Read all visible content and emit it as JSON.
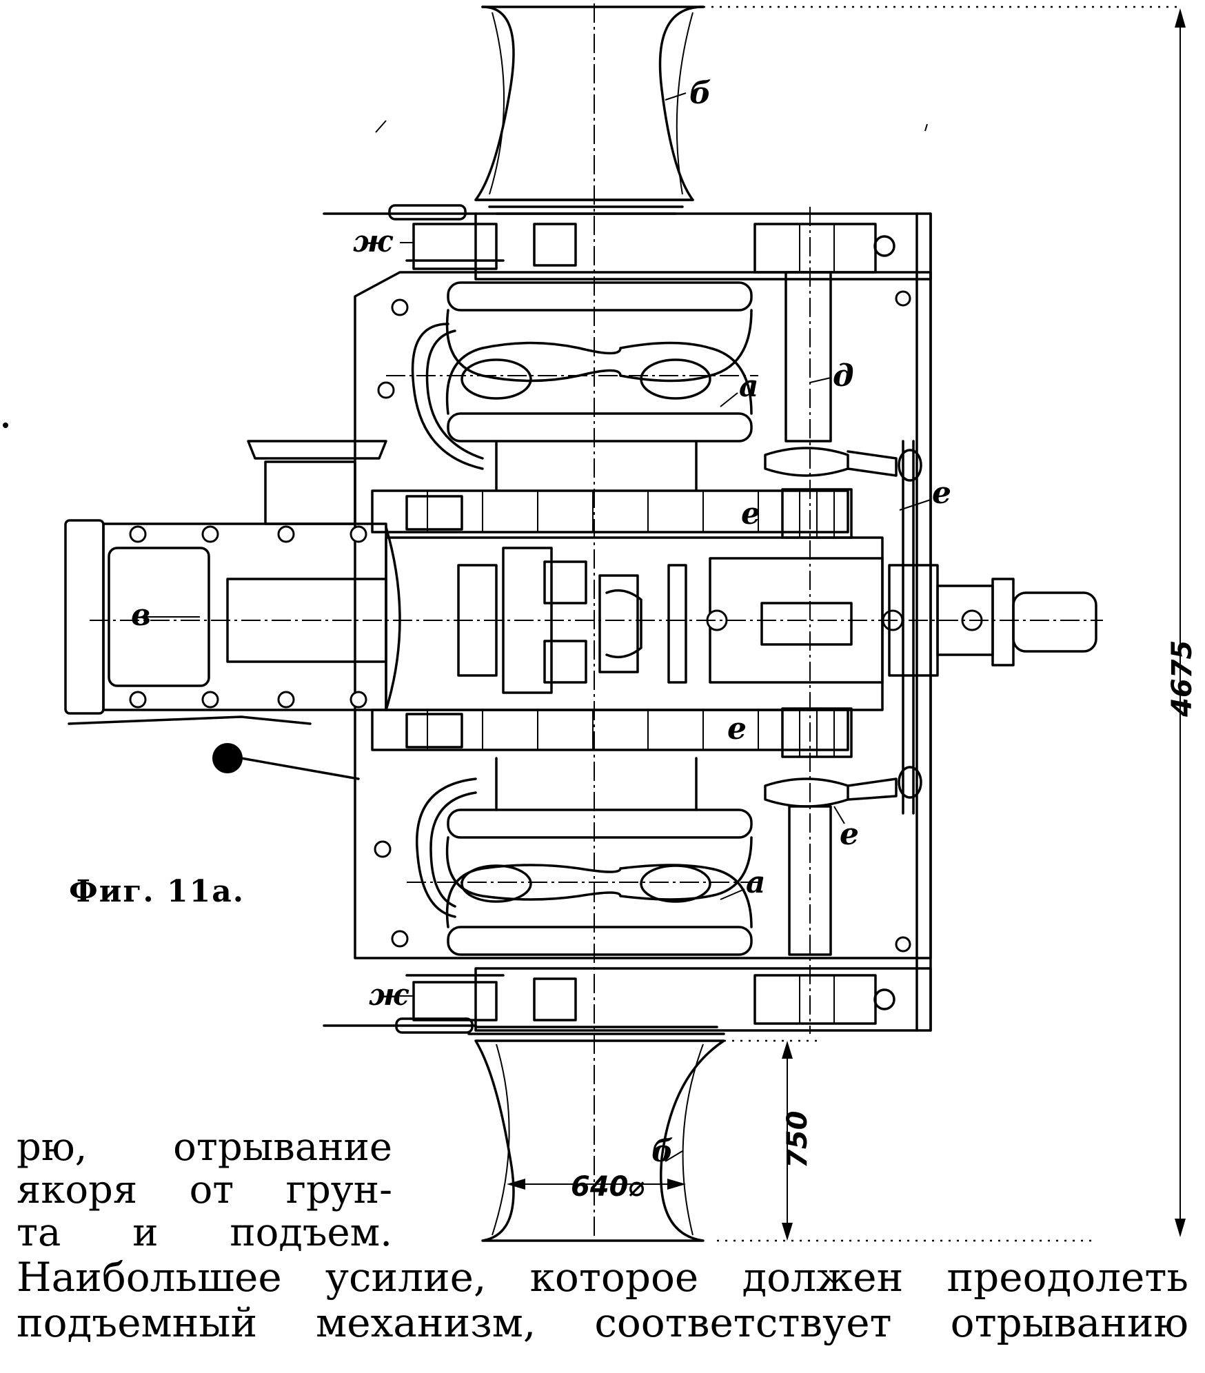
{
  "figure": {
    "caption": "Фиг. 11а.",
    "labels": {
      "capstan_top": "б",
      "capstan_bottom": "б",
      "drum_top": "а",
      "drum_bottom": "а",
      "motor": "в",
      "shaft": "д",
      "gear_top": "е",
      "gear_bottom": "е",
      "brake_top": "е",
      "brake_bottom": "е",
      "pawl_top": "ж",
      "pawl_bottom": "ж"
    },
    "dimensions": {
      "overall": "4675",
      "capstan_height": "750",
      "capstan_diameter": "640⌀"
    }
  },
  "text": {
    "side_lines": [
      "рю, отрывание",
      "якоря от грун-",
      "та и подъем."
    ],
    "full_lines": [
      "Наибольшее усилие, которое должен преодолеть",
      "подъемный механизм, соответствует отрыванию"
    ]
  }
}
